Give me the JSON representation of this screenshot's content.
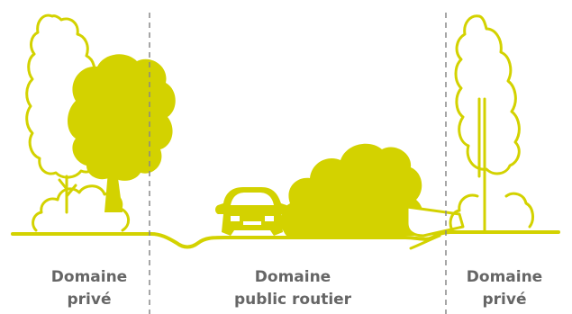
{
  "colors": {
    "foliage": "#d3d200",
    "label_text": "#666666",
    "divider": "#888888",
    "background": "#ffffff"
  },
  "zones": {
    "left": {
      "line1": "Domaine",
      "line2": "privé"
    },
    "middle": {
      "line1": "Domaine",
      "line2": "public routier"
    },
    "right": {
      "line1": "Domaine",
      "line2": "privé"
    }
  },
  "icons": [
    "tree-icon",
    "bush-icon",
    "car-icon",
    "hedge-icon",
    "log-icon"
  ]
}
